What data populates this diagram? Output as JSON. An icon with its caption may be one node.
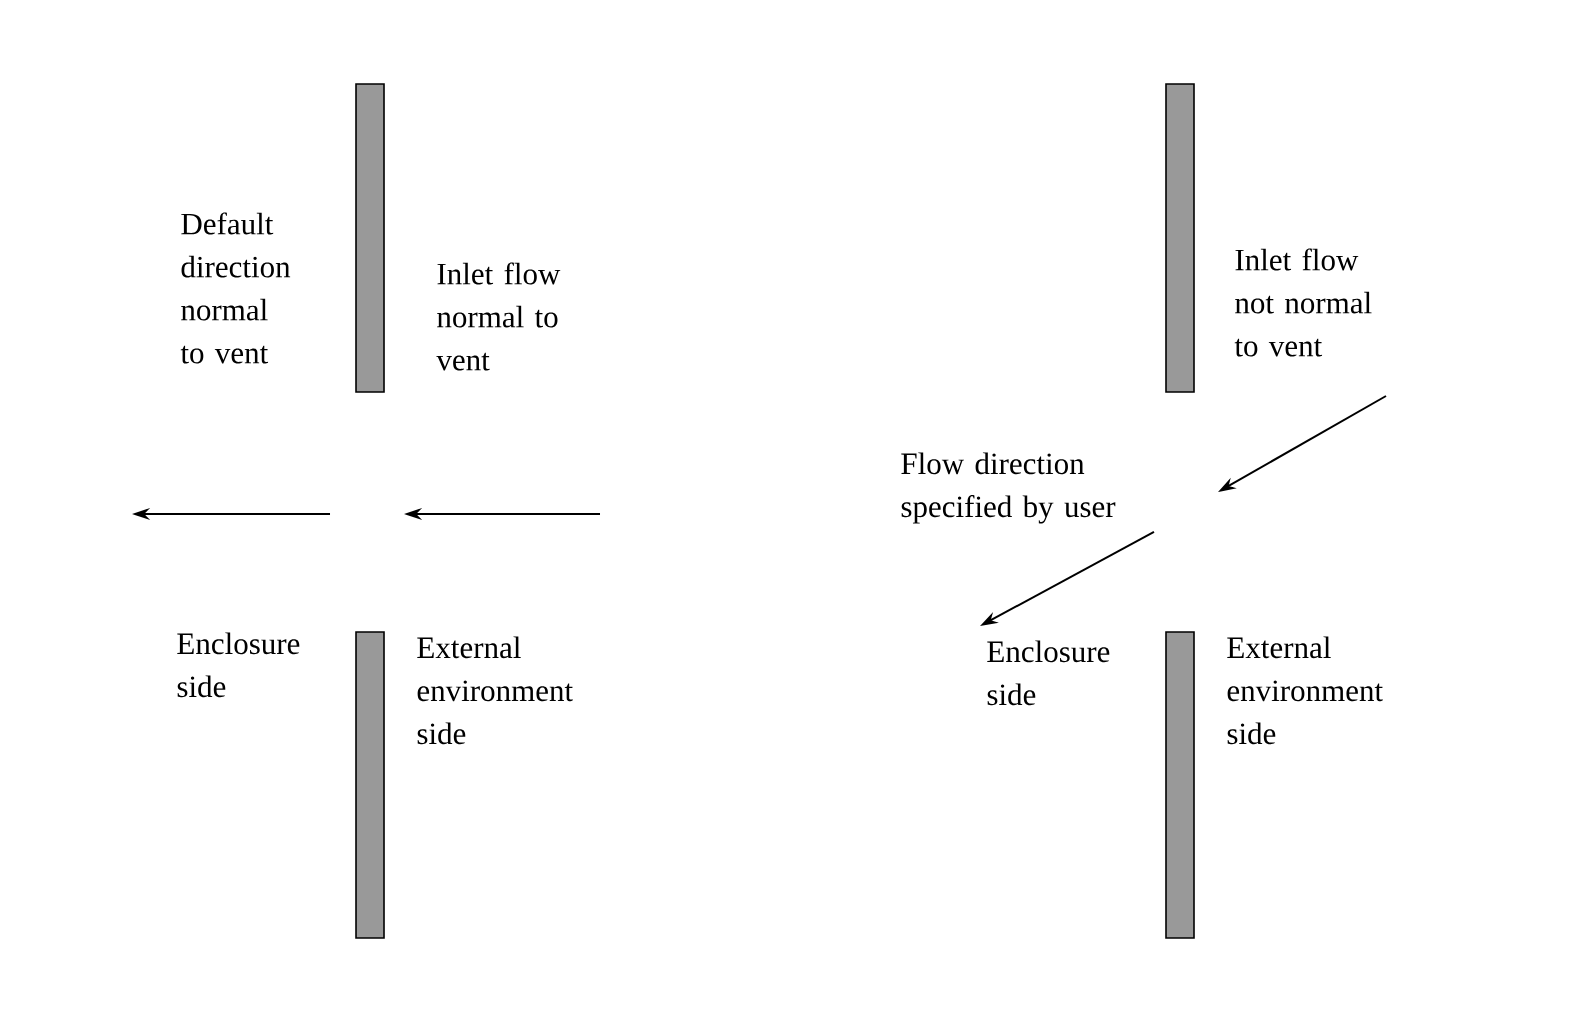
{
  "diagram": {
    "nodes": [
      {
        "text": [],
        "shape": "bar"
      },
      {
        "text": [],
        "shape": "bar"
      },
      {
        "text": [],
        "shape": "bar"
      },
      {
        "text": [],
        "shape": "bar"
      }
    ],
    "labels": [
      "Default direction normal to vent",
      "Inlet flow normal to vent",
      "Enclosure side",
      "External environment side",
      "Inlet flow not normal to vent",
      "Flow direction specified by user",
      "Enclosure side",
      "External environment side"
    ]
  }
}
